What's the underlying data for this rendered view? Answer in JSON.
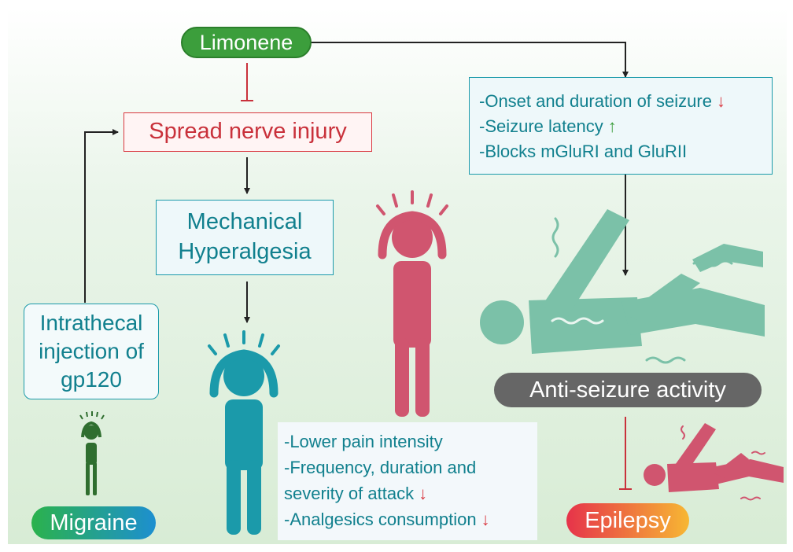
{
  "colors": {
    "green": "#3c9e3c",
    "red": "#d9373f",
    "teal": "#1b9aaa",
    "pink": "#d0556f",
    "mint": "#7bc1a8",
    "darkgreen": "#2f6e2f",
    "gray": "#666666"
  },
  "nodes": {
    "limonene": "Limonene",
    "spread": "Spread nerve injury",
    "mechanical_line1": "Mechanical",
    "mechanical_line2": "Hyperalgesia",
    "intrathecal_line1": "Intrathecal",
    "intrathecal_line2": "injection of",
    "intrathecal_line3": "gp120",
    "migraine": "Migraine",
    "epilepsy": "Epilepsy",
    "antiseizure": "Anti-seizure activity"
  },
  "seizure_effects": [
    {
      "text": "-Onset and duration of seizure",
      "arrow": "down"
    },
    {
      "text": "-Seizure latency",
      "arrow": "up"
    },
    {
      "text": "-Blocks mGluRI and GluRII",
      "arrow": ""
    }
  ],
  "migraine_effects": [
    {
      "text": "-Lower pain intensity",
      "arrow": ""
    },
    {
      "text": "-Frequency, duration and",
      "arrow": ""
    },
    {
      "text": "severity of attack",
      "arrow": "down"
    },
    {
      "text": "-Analgesics consumption",
      "arrow": "down"
    }
  ]
}
